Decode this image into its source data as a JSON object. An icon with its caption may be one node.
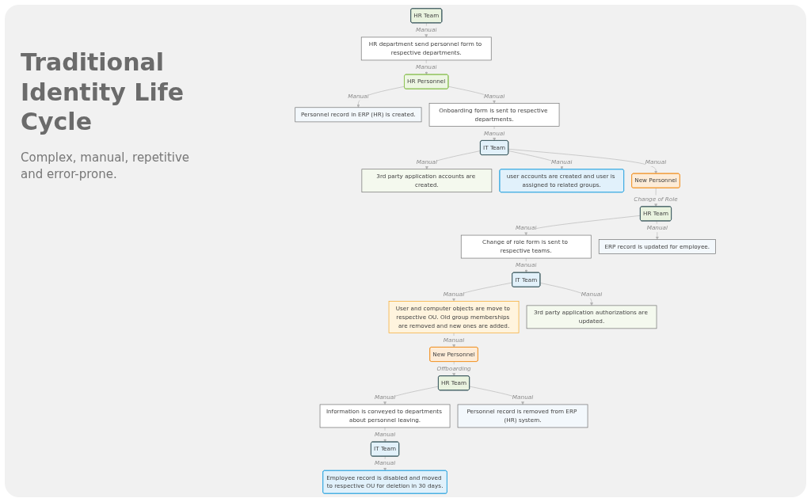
{
  "diagram": {
    "title": "Traditional Identity Life Cycle",
    "nodes": [
      {
        "text": [
          "HR Team"
        ]
      },
      {
        "text": [
          "HR department send personnel form to respective departments."
        ]
      },
      {
        "text": [
          "HR Personnel"
        ]
      },
      {
        "text": [
          "Personnel record in ERP (HR) is created."
        ]
      },
      {
        "text": [
          "3rd party application accounts are created."
        ]
      },
      {
        "text": [
          "Onboarding form is sent to respective departments."
        ]
      },
      {
        "text": [
          "IT Team"
        ]
      },
      {
        "text": [
          "user accounts are created and user is assigned to related groups."
        ]
      },
      {
        "text": [
          "HR Team"
        ]
      },
      {
        "text": [
          "New Personnel"
        ]
      },
      {
        "text": [
          "New Personnel"
        ]
      },
      {
        "text": [
          "HR Team"
        ]
      },
      {
        "text": [
          "Information is conveyed to departments about personnel leaving."
        ]
      },
      {
        "text": [
          "Personnel record is removed from ERP (HR) system."
        ]
      },
      {
        "text": [
          "User and computer objects are move to respective OU. Old group memberships are removed and new ones are added."
        ]
      },
      {
        "text": [
          "IT Team"
        ]
      },
      {
        "text": [
          "Change of role form is sent to respective teams."
        ]
      },
      {
        "text": [
          "ERP record is updated for employee."
        ]
      },
      {
        "text": [
          "IT Team"
        ]
      },
      {
        "text": [
          "Employee record is disabled and moved to respective OU for deletion in 30 days."
        ]
      },
      {
        "text": [
          "3rd party application authorizations are updated."
        ]
      }
    ],
    "edges": [
      {
        "from": 0,
        "to": 1,
        "arrow": "to",
        "label": "Manual"
      },
      {
        "from": 1,
        "to": 2,
        "arrow": "to",
        "label": "Manual"
      },
      {
        "from": 2,
        "to": 3,
        "arrow": "to",
        "label": "Manual"
      },
      {
        "from": 2,
        "to": 5,
        "arrow": "to",
        "label": "Manual"
      },
      {
        "from": 5,
        "to": 6,
        "arrow": "to",
        "label": "Manual"
      },
      {
        "from": 6,
        "to": 4,
        "arrow": "to",
        "label": "Manual"
      },
      {
        "from": 6,
        "to": 7,
        "arrow": "to",
        "label": "Manual"
      },
      {
        "from": 6,
        "to": 10,
        "arrow": "to",
        "label": "Manual"
      },
      {
        "from": 10,
        "to": 11,
        "arrow": "to",
        "label": "Change of Role"
      },
      {
        "from": 11,
        "to": 16,
        "arrow": "to",
        "label": "Manual"
      },
      {
        "from": 11,
        "to": 17,
        "arrow": "to",
        "label": "Manual"
      },
      {
        "from": 16,
        "to": 15,
        "arrow": "to",
        "label": "Manual"
      },
      {
        "from": 15,
        "to": 14,
        "arrow": "to",
        "label": "Manual"
      },
      {
        "from": 15,
        "to": 20,
        "arrow": "to",
        "label": "Manual"
      },
      {
        "from": 14,
        "to": 9,
        "arrow": "to",
        "label": "Manual"
      },
      {
        "from": 9,
        "to": 8,
        "arrow": "to",
        "label": "Offboarding"
      },
      {
        "from": 8,
        "to": 12,
        "arrow": "to",
        "label": "Manual"
      },
      {
        "from": 8,
        "to": 13,
        "arrow": "to",
        "label": "Manual"
      },
      {
        "from": 12,
        "to": 18,
        "arrow": "to",
        "label": "Manual"
      },
      {
        "from": 18,
        "to": 19,
        "arrow": "to",
        "label": "Manual"
      }
    ],
    "labels": [
      "Complex, manual, repetitive and error-prone."
    ]
  }
}
